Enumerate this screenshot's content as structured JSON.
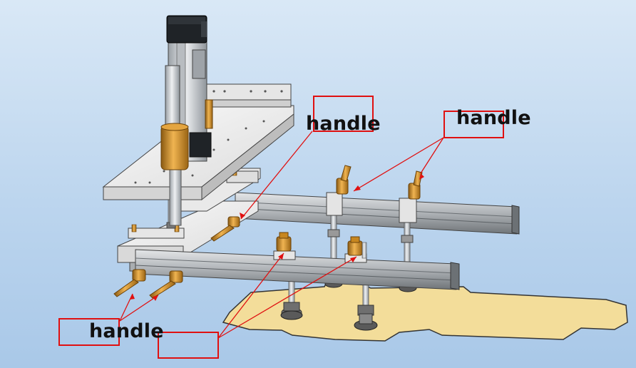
{
  "labels": {
    "handle_center": "handle",
    "handle_right": "handle",
    "handle_bottom": "handle"
  },
  "colors": {
    "callout": "#e01010",
    "brass": "#c98a28",
    "steel": "#c9ccd0",
    "plate": "#eeeeee",
    "workpiece": "#f3dd9a",
    "motor": "#1f2327"
  }
}
